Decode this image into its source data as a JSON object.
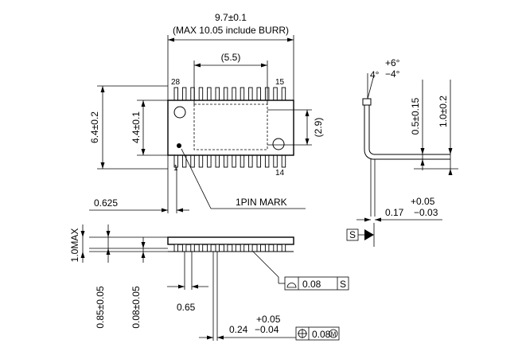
{
  "top_view": {
    "dim_length": "9.7±0.1",
    "dim_length_note": "(MAX 10.05 include BURR)",
    "dim_pad_width": "(5.5)",
    "pin_28": "28",
    "pin_15": "15",
    "pin_1": "1",
    "pin_14": "14",
    "dim_total_width": "6.4±0.2",
    "dim_body_width": "4.4±0.1",
    "dim_pad_height": "(2.9)",
    "dim_end_offset": "0.625",
    "pin1_mark": "1PIN MARK"
  },
  "side_view": {
    "dim_max_height": "1.0MAX",
    "dim_body_height": "0.85±0.05",
    "dim_standoff": "0.08±0.05",
    "dim_pitch": "0.65",
    "dim_lead_width": "0.24",
    "dim_lead_width_plus": "+0.05",
    "dim_lead_width_minus": "−0.04",
    "flatness_value": "0.08",
    "flatness_datum": "S",
    "position_value": "0.08"
  },
  "lead_detail": {
    "angle_main": "4°",
    "angle_plus": "+6°",
    "angle_minus": "−4°",
    "dim_foot_length": "0.5±0.15",
    "dim_lead_height": "1.0±0.2",
    "dim_thickness": "0.17",
    "dim_thickness_plus": "+0.05",
    "dim_thickness_minus": "−0.03",
    "datum_label": "S"
  }
}
